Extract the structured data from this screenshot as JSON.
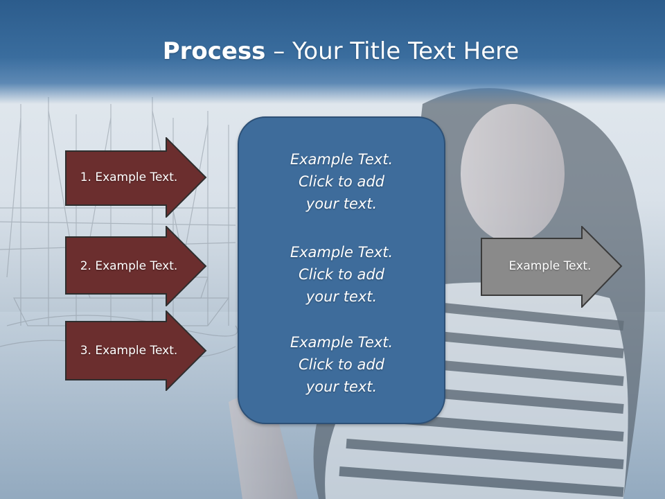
{
  "title": {
    "bold": "Process",
    "rest": " – Your Title Text Here"
  },
  "left_steps": [
    {
      "label": "1. Example Text."
    },
    {
      "label": "2. Example Text."
    },
    {
      "label": "3. Example Text."
    }
  ],
  "center_blocks": [
    {
      "line1": "Example Text.",
      "line2": "Click  to add",
      "line3": "your text."
    },
    {
      "line1": "Example Text.",
      "line2": "Click  to add",
      "line3": "your text."
    },
    {
      "line1": "Example Text.",
      "line2": "Click  to add",
      "line3": "your text."
    }
  ],
  "right_arrow": {
    "label": "Example Text."
  },
  "colors": {
    "title_band": "#2c5c8c",
    "left_arrow_fill": "#6b2e2e",
    "center_box_fill": "#3e6c9b",
    "right_arrow_fill": "#8a8a8a"
  }
}
